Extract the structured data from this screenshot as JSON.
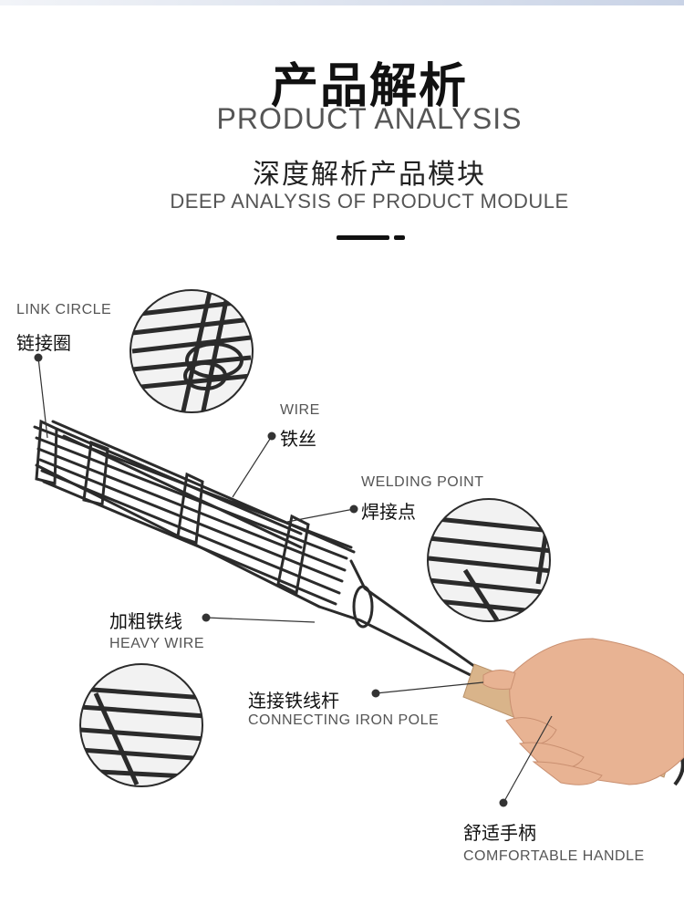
{
  "header": {
    "title_cn": "产品解析",
    "title_en": "PRODUCT ANALYSIS",
    "subtitle_cn": "深度解析产品模块",
    "subtitle_en": "DEEP ANALYSIS OF PRODUCT MODULE"
  },
  "callouts": {
    "link_circle": {
      "en": "LINK CIRCLE",
      "cn": "链接圈"
    },
    "wire": {
      "en": "WIRE",
      "cn": "铁丝"
    },
    "welding_point": {
      "en": "WELDING POINT",
      "cn": "焊接点"
    },
    "heavy_wire": {
      "cn": "加粗铁线",
      "en": "HEAVY WIRE"
    },
    "iron_pole": {
      "cn": "连接铁线杆",
      "en": "CONNECTING IRON POLE"
    },
    "handle": {
      "cn": "舒适手柄",
      "en": "COMFORTABLE HANDLE"
    }
  },
  "colors": {
    "wire": "#2b2b2b",
    "wood_handle": "#d9b48a",
    "skin": "#e8b393",
    "leader_line": "#333333"
  }
}
